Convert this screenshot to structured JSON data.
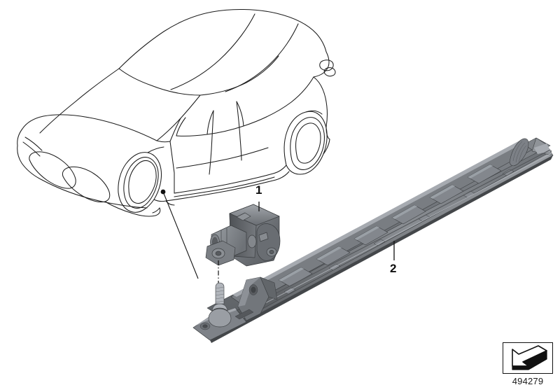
{
  "diagram": {
    "title": "Rocker panel sill strip with sensor",
    "background_color": "#ffffff",
    "line_color": "#1a1a1a",
    "part_shade_dark": "#4a4c50",
    "part_shade_mid": "#6f7276",
    "part_shade_light": "#9a9da1"
  },
  "vehicle": {
    "name": "car-outline",
    "description": "BMW sedan line drawing, front three-quarter left view",
    "view": "front-left-3/4"
  },
  "callouts": [
    {
      "id": "1",
      "label": "1",
      "name": "callout-1",
      "target": "sensor-module",
      "leader_from": [
        370,
        290
      ],
      "leader_to": [
        370,
        300
      ],
      "vehicle_anchor": [
        233,
        274
      ]
    },
    {
      "id": "2",
      "label": "2",
      "name": "callout-2",
      "target": "rocker-panel-strip",
      "leader_from": [
        563,
        345
      ],
      "leader_to": [
        563,
        374
      ]
    }
  ],
  "parts": [
    {
      "index": "1",
      "name": "sensor-module",
      "kind": "acceleration-sensor",
      "color": "#6f7276"
    },
    {
      "index": "2",
      "name": "rocker-panel-strip",
      "kind": "sill-carrier-trim",
      "color": "#6b6e72"
    }
  ],
  "legend": {
    "icon_name": "arrow-3d-icon",
    "icon_description": "three dimensional bent arrow pointing down-left",
    "part_number": "494279"
  }
}
